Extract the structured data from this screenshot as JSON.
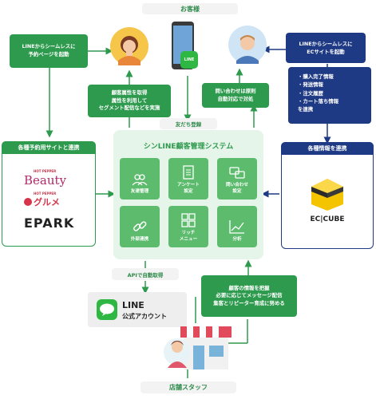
{
  "top_label": "お客様",
  "bottom_label": "店舗スタッフ",
  "left_top_box": "LINEからシームレスに\n予約ページを起動",
  "right_top_box": "LINEからシームレスに\nECサイトを起動",
  "segment_box": "顧客属性を取得\n属性を利用して\nセグメント配信などを実施",
  "inquiry_box": "問い合わせは原則\n自動対応で対処",
  "purchase_box": "・購入完了情報\n・発送情報\n・注文履歴\n・カート落ち情報\nを連携",
  "friend_label": "友だち登録",
  "system_title": "シンLINE顧客管理システム",
  "tiles": [
    {
      "label": "友達管理",
      "icon": "people-icon"
    },
    {
      "label": "アンケート\n設定",
      "icon": "survey-icon"
    },
    {
      "label": "問い合わせ\n設定",
      "icon": "chat-icon"
    },
    {
      "label": "外部連携",
      "icon": "link-icon"
    },
    {
      "label": "リッチ\nメニュー",
      "icon": "grid-icon"
    },
    {
      "label": "分析",
      "icon": "chart-icon"
    }
  ],
  "left_panel_title": "各種予約用サイトと連携",
  "right_panel_title": "各種情報を連携",
  "hotpepper_small": "HOT PEPPER",
  "beauty_text": "Beauty",
  "gourmet_small": "HOT PEPPER",
  "gourmet_text": "グルメ",
  "epark_text": "EPARK",
  "ec_cube_text": "EC|CUBE",
  "api_label": "APIで自動取得",
  "line_official_line1": "LINE",
  "line_official_line2": "公式アカウント",
  "staff_box": "顧客の情報を把握\n必要に応じてメッセージ配信\n集客とリピーター育成に努める",
  "phone_badge": "LINE",
  "colors": {
    "green": "#2e9a4e",
    "navy": "#1f3a84",
    "light_green": "#e6f5e9",
    "tile_green": "#5cbb6d"
  }
}
